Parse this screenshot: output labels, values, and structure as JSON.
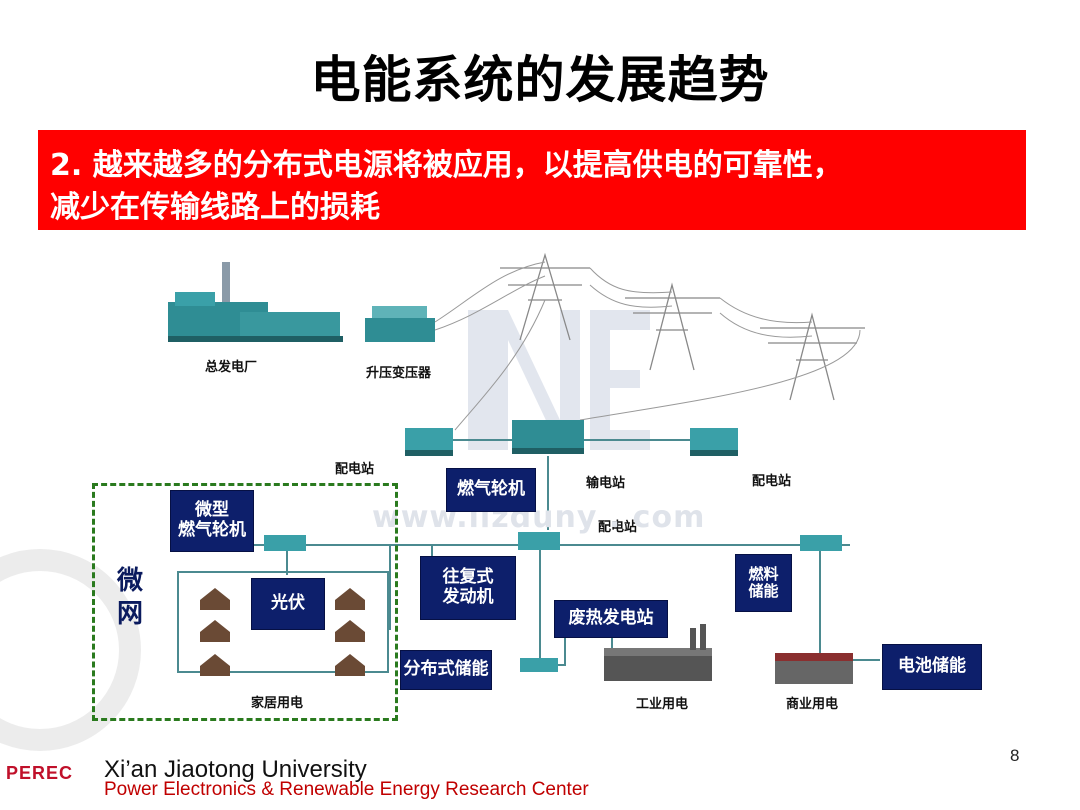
{
  "title": "电能系统的发展趋势",
  "banner": {
    "line1": "2. 越来越多的分布式电源将被应用，以提高供电的可靠性，",
    "line2": "减少在传输线路上的损耗"
  },
  "diagram": {
    "labels": {
      "main_plant": "总发电厂",
      "step_up": "升压变压器",
      "dist_left": "配电站",
      "transmission": "输电站",
      "dist_right": "配电站",
      "dist_mid": "配电站",
      "home": "家居用电",
      "industrial": "工业用电",
      "commercial": "商业用电"
    },
    "boxes": {
      "gas_turbine": "燃气轮机",
      "micro_turbine_1": "微型",
      "micro_turbine_2": "燃气轮机",
      "pv": "光伏",
      "reciprocating_1": "往复式",
      "reciprocating_2": "发动机",
      "fuel_storage_1": "燃料",
      "fuel_storage_2": "储能",
      "waste_heat": "废热发电站",
      "distributed_storage": "分布式储能",
      "battery_storage": "电池储能"
    },
    "microgrid": {
      "char1": "微",
      "char2": "网"
    },
    "watermark": "www.lizduny . com"
  },
  "footer": {
    "logo": "PEREC",
    "university": "Xi’an Jiaotong University",
    "center": "Power Electronics & Renewable Energy Research Center",
    "page": "8"
  },
  "colors": {
    "banner": "#ff0000",
    "box_fill": "#0d1f6b",
    "microgrid_border": "#2a7a1e",
    "footer_center": "#c00000"
  }
}
